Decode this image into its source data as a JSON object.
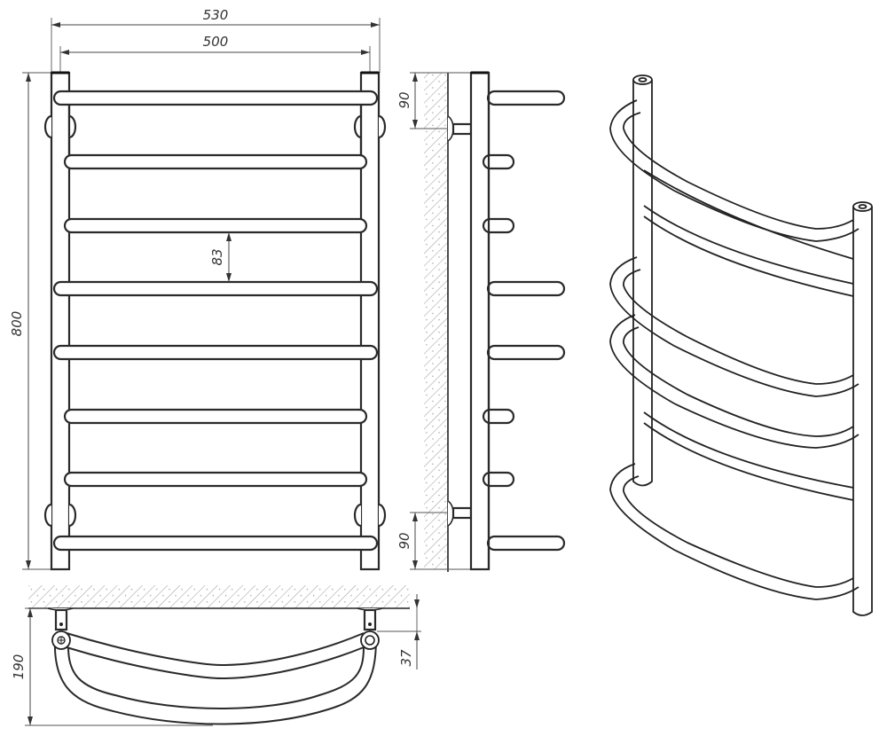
{
  "drawing": {
    "subject": "Heated towel rail technical drawing",
    "views": [
      "front-view",
      "side-view",
      "top-view",
      "isometric-view"
    ]
  },
  "dimensions": {
    "overall_width": "530",
    "center_distance": "500",
    "overall_height": "800",
    "rung_spacing": "83",
    "top_mount_offset": "90",
    "bottom_mount_offset": "90",
    "depth": "190",
    "bracket_offset": "37"
  },
  "front_view": {
    "rung_count": 8,
    "mount_count": 4
  },
  "colors": {
    "line": "#2a2a2a",
    "dimension": "#444444",
    "background": "#ffffff",
    "hatch": "#9a9a9a"
  }
}
